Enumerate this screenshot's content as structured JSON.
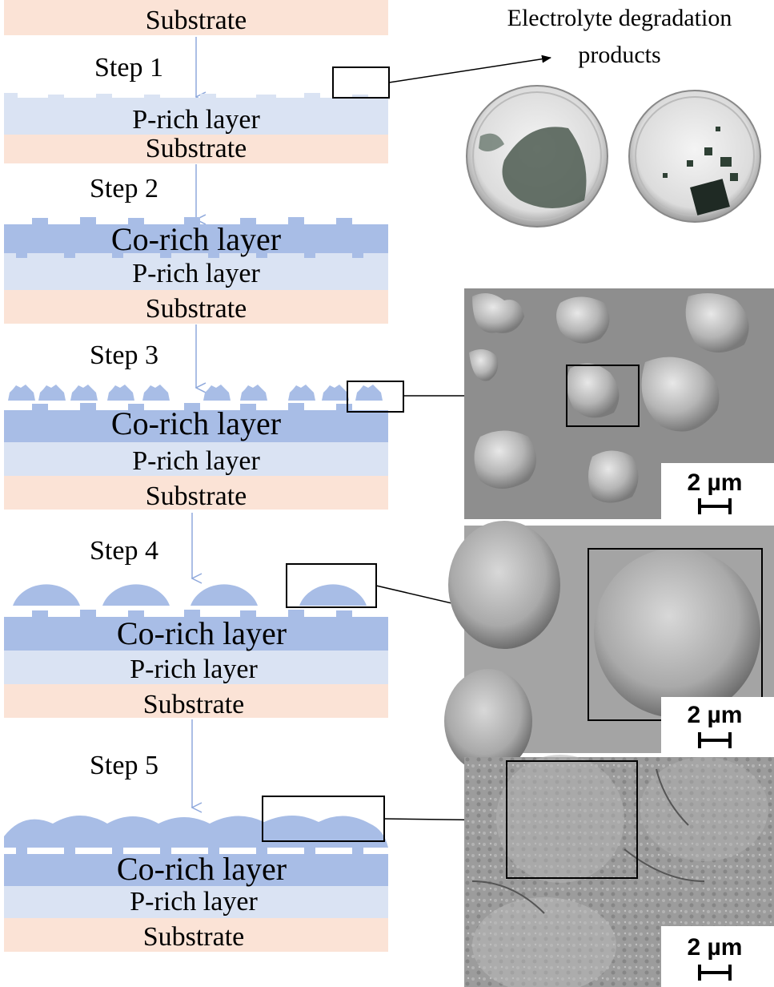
{
  "steps": {
    "s1": "Step 1",
    "s2": "Step 2",
    "s3": "Step 3",
    "s4": "Step 4",
    "s5": "Step 5"
  },
  "layers": {
    "substrate": "Substrate",
    "p_rich": "P-rich layer",
    "co_rich": "Co-rich layer"
  },
  "electrolyte_label_line1": "Electrolyte degradation",
  "electrolyte_label_line2": "products",
  "scale_bar_label": "2 µm",
  "colors": {
    "substrate": "#fbe3d6",
    "p_rich": "#dae3f3",
    "co_rich": "#a8bde6",
    "arrow": "#8fa9dc"
  }
}
